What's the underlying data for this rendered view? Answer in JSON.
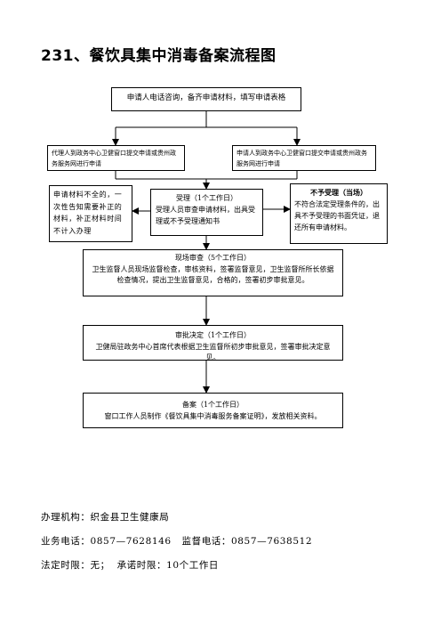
{
  "title": "231、餐饮具集中消毒备案流程图",
  "nodes": {
    "consult": "申请人电话咨询，备齐申请材料，填写申请表格",
    "submit_left": "代理人到政务中心卫健窗口提交申请或贵州政务服务网进行申请",
    "submit_right": "申请人到政务中心卫健窗口提交申请或贵州政务服务网进行申请",
    "incomplete": "申请材料不全的，一次性告知需要补正的材料，补正材料时间不计入办理",
    "accept_title": "受理（1个工作日）",
    "accept_body": "受理人员审查申请材料，出具受理或不予受理通知书",
    "reject_title": "不予受理（当场）",
    "reject_body": "不符合法定受理条件的，出具不予受理的书面凭证，退还所有申请材料。",
    "inspect_title": "现场审查（5个工作日）",
    "inspect_body": "卫生监督人员现场监督检查，审核资料，签署监督意见，卫生监督所所长依据检查情况，提出卫生监督意见，合格的，签署初步审批意见。",
    "approve_title": "审批决定（1个工作日）",
    "approve_body": "卫健局驻政务中心首席代表根据卫生监督所初步审批意见，签署审批决定意见。",
    "record_title": "备案（1个工作日）",
    "record_body": "窗口工作人员制作《餐饮具集中消毒服务备案证明》，发放相关资料。"
  },
  "footer": {
    "agency": "办理机构：织金县卫生健康局",
    "phones": "业务电话：0857—7628146   监督电话：0857—7638512",
    "time_limit": "法定时限：无；  承诺时限：10个工作日"
  }
}
